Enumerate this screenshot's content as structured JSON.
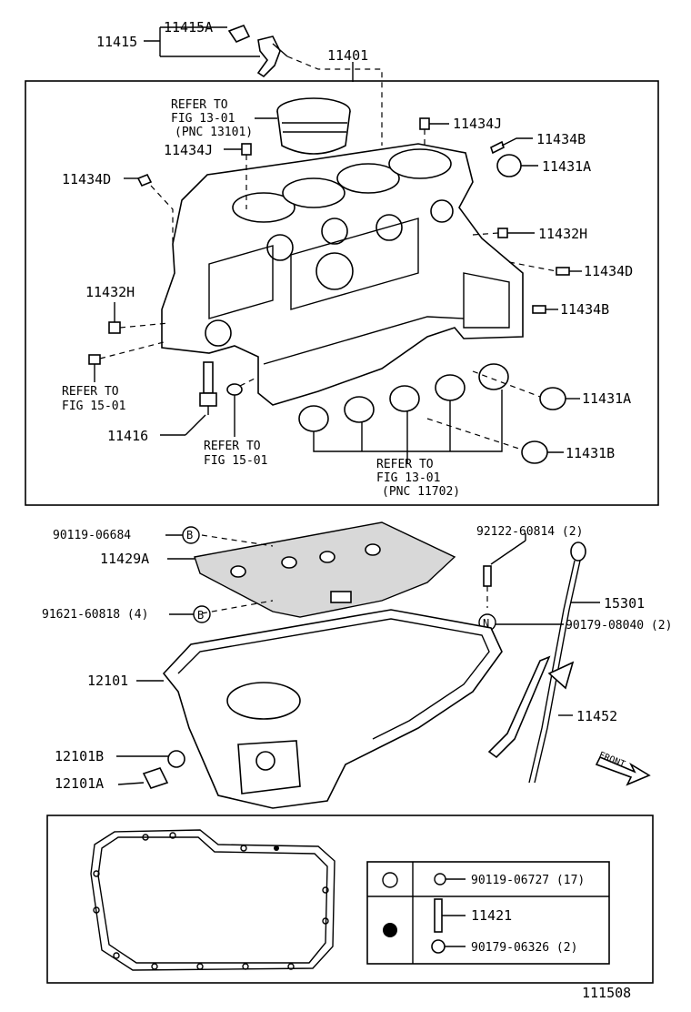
{
  "labels": {
    "l11415": "11415",
    "l11415A": "11415A",
    "l11401": "11401",
    "refer1_line1": "REFER TO",
    "refer1_line2": "FIG 13-01",
    "refer1_line3": "(PNC 13101)",
    "l11434J_top": "11434J",
    "l11434B_top": "11434B",
    "l11434J_left": "11434J",
    "l11431A_top": "11431A",
    "l11434D_left": "11434D",
    "l11432H_right": "11432H",
    "l11432H_left": "11432H",
    "l11434D_right": "11434D",
    "l11434B_right": "11434B",
    "refer2_line1": "REFER TO",
    "refer2_line2": "FIG 15-01",
    "l11431A_bottom": "11431A",
    "l11416": "11416",
    "refer3_line1": "REFER TO",
    "refer3_line2": "FIG 15-01",
    "refer4_line1": "REFER TO",
    "refer4_line2": "FIG 13-01",
    "refer4_line3": "(PNC 11702)",
    "l11431B": "11431B",
    "l90119_06684": "90119-06684",
    "l92122": "92122-60814 (2)",
    "l11429A": "11429A",
    "l15301": "15301",
    "l91621": "91621-60818 (4)",
    "l90179_08040": "90179-08040 (2)",
    "l12101": "12101",
    "l11452": "11452",
    "l12101B": "12101B",
    "l12101A": "12101A",
    "front": "FRONT",
    "key_90119_06727": "90119-06727 (17)",
    "key_11421": "11421",
    "key_90179_06326": "90179-06326 (2)",
    "circle_B": "B",
    "circle_N": "N",
    "diagram_number": "111508"
  }
}
